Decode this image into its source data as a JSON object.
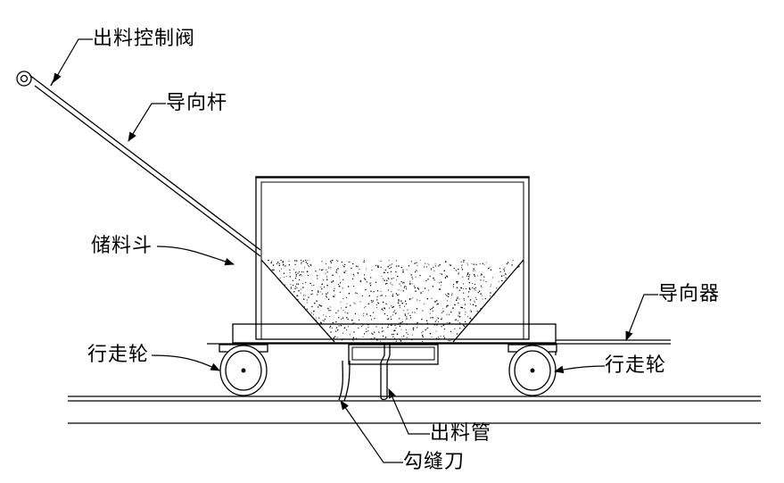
{
  "labels": {
    "discharge_valve": "出料控制阀",
    "guide_rod": "导向杆",
    "hopper": "储料斗",
    "guide": "导向器",
    "wheel_left": "行走轮",
    "wheel_right": "行走轮",
    "discharge_pipe": "出料管",
    "seam_knife": "勾缝刀"
  },
  "colors": {
    "line": "#000000",
    "background": "#ffffff"
  }
}
